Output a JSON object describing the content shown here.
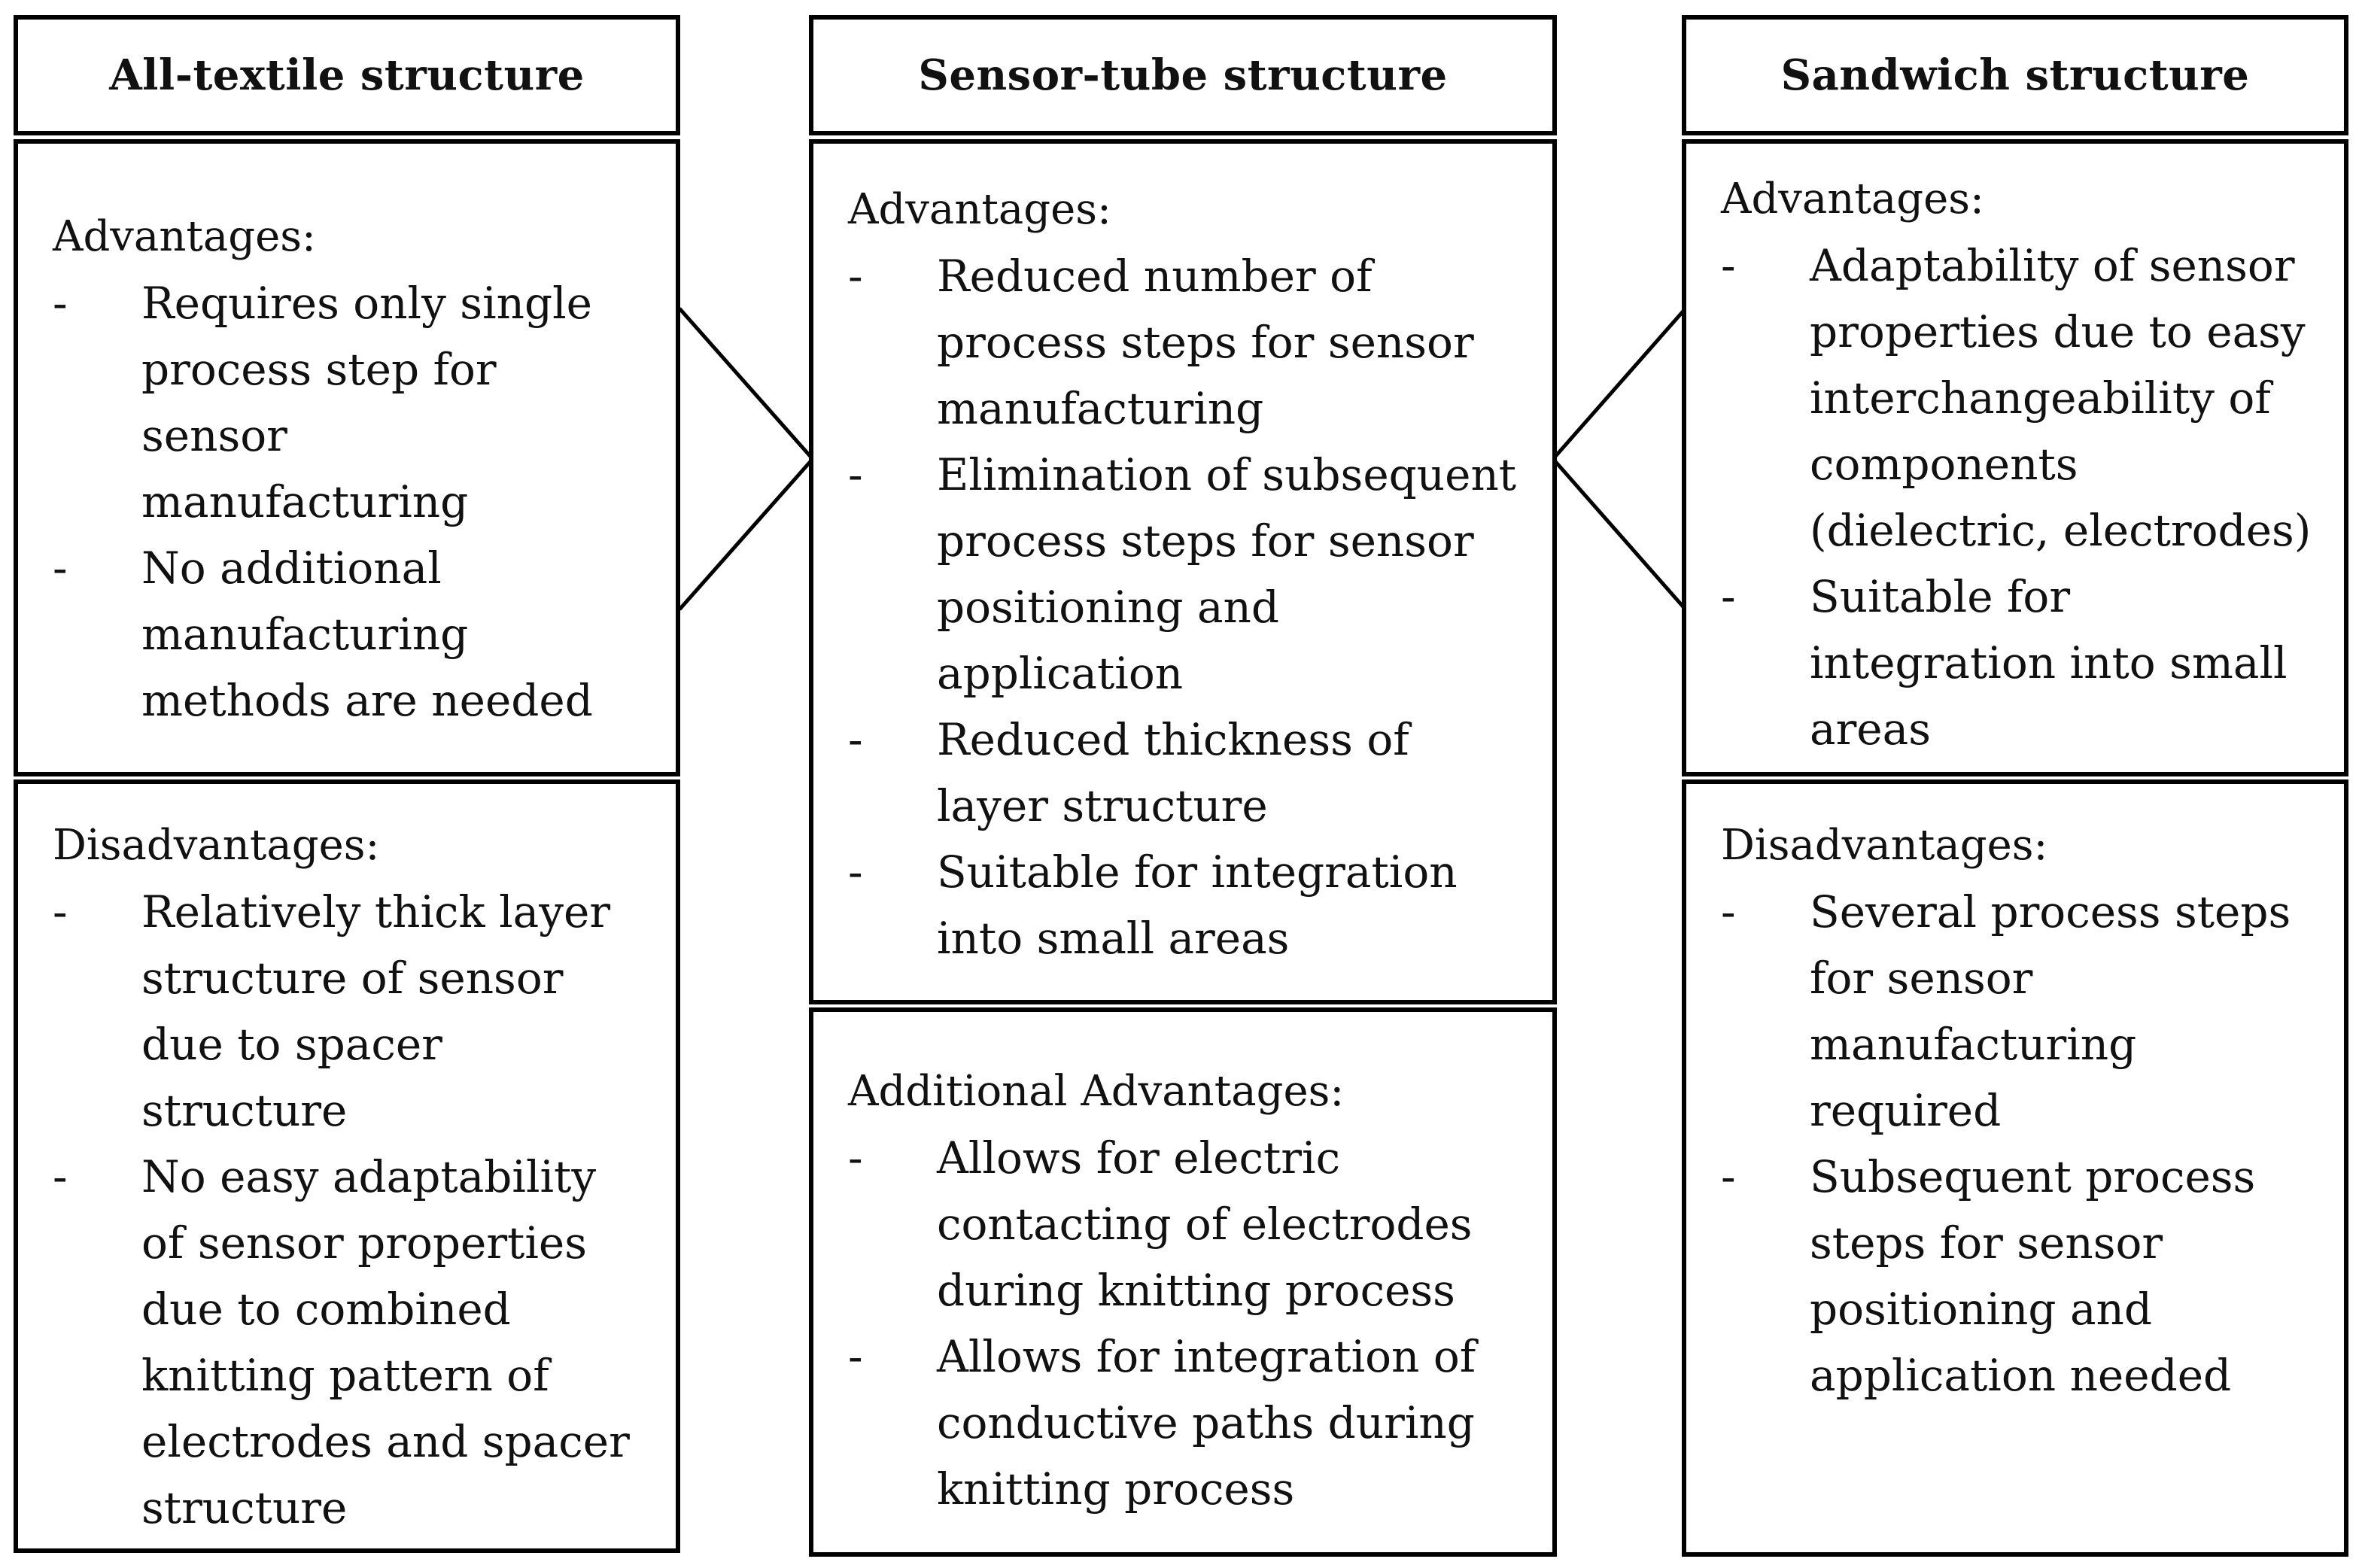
{
  "columns": [
    {
      "header": "All-textile structure",
      "sections": [
        {
          "title": "Advantages:",
          "items": [
            [
              "Requires only single",
              "process step for sensor",
              "manufacturing"
            ],
            [
              "No additional",
              "manufacturing",
              "methods are needed"
            ]
          ]
        },
        {
          "title": "Disadvantages:",
          "items": [
            [
              "Relatively thick layer",
              "structure of sensor",
              "due to spacer",
              "structure"
            ],
            [
              "No easy adaptability",
              "of sensor properties",
              "due to combined",
              "knitting pattern of",
              "electrodes and spacer",
              "structure"
            ]
          ]
        }
      ]
    },
    {
      "header": "Sensor-tube structure",
      "sections": [
        {
          "title": "Advantages:",
          "items": [
            [
              "Reduced number of",
              "process steps for sensor",
              "manufacturing"
            ],
            [
              "Elimination of subsequent",
              "process steps for sensor",
              "positioning and",
              "application"
            ],
            [
              "Reduced thickness of",
              "layer structure"
            ],
            [
              "Suitable for integration",
              "into small areas"
            ]
          ]
        },
        {
          "title": "Additional Advantages:",
          "items": [
            [
              "Allows for electric",
              "contacting of electrodes",
              "during knitting process"
            ],
            [
              "Allows for integration of",
              "conductive paths during",
              "knitting process"
            ]
          ]
        }
      ]
    },
    {
      "header": "Sandwich structure",
      "sections": [
        {
          "title": "Advantages:",
          "items": [
            [
              "Adaptability of sensor",
              "properties due to easy",
              "interchangeability of",
              "components",
              "(dielectric, electrodes)"
            ],
            [
              "Suitable for",
              "integration into small",
              "areas"
            ]
          ]
        },
        {
          "title": "Disadvantages:",
          "items": [
            [
              "Several process steps",
              "for sensor",
              "manufacturing",
              "required"
            ],
            [
              "Subsequent process",
              "steps for sensor",
              "positioning and",
              "application needed"
            ]
          ]
        }
      ]
    }
  ],
  "bullet_marker": "-"
}
